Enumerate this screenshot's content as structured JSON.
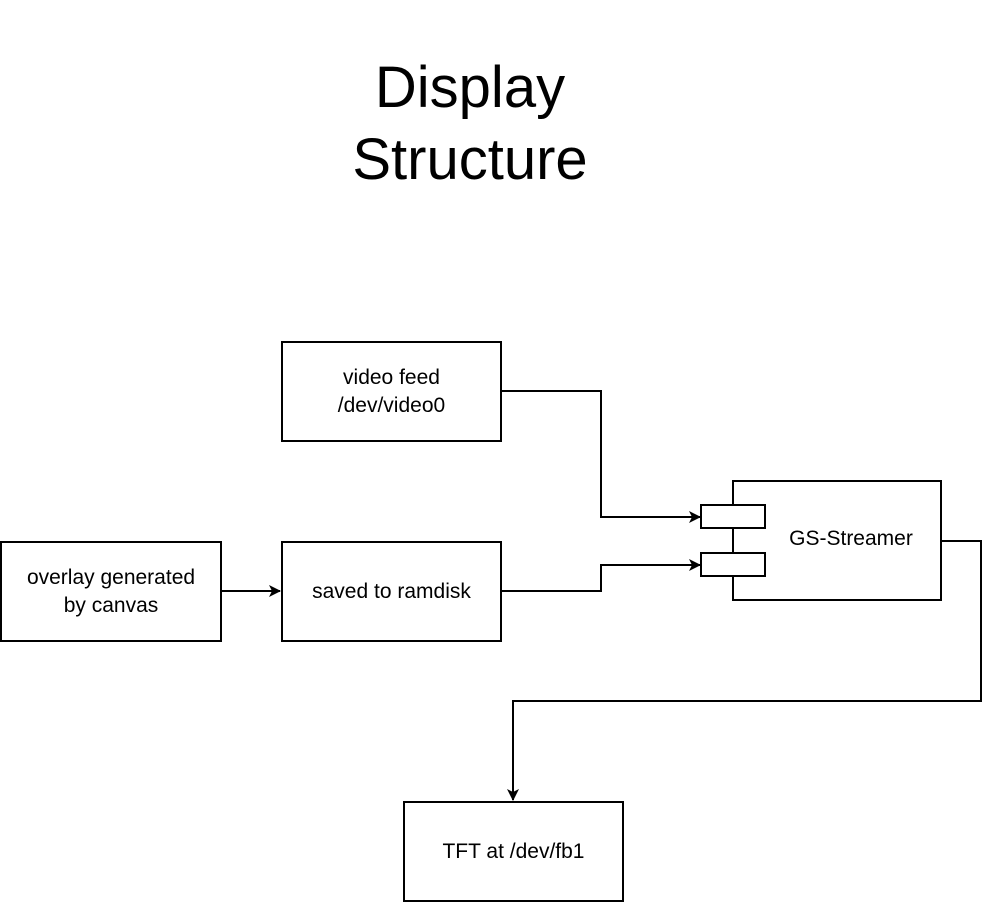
{
  "title": {
    "line1": "Display",
    "line2": "Structure"
  },
  "nodes": {
    "video_feed": {
      "line1": "video feed",
      "line2": "/dev/video0"
    },
    "overlay": {
      "line1": "overlay generated",
      "line2": "by canvas"
    },
    "ramdisk": {
      "label": "saved to ramdisk"
    },
    "gs_streamer": {
      "label": "GS-Streamer"
    },
    "tft": {
      "label": "TFT at /dev/fb1"
    }
  },
  "edges": [
    {
      "from": "video_feed",
      "to": "gs_streamer"
    },
    {
      "from": "overlay",
      "to": "ramdisk"
    },
    {
      "from": "ramdisk",
      "to": "gs_streamer"
    },
    {
      "from": "gs_streamer",
      "to": "tft"
    }
  ]
}
